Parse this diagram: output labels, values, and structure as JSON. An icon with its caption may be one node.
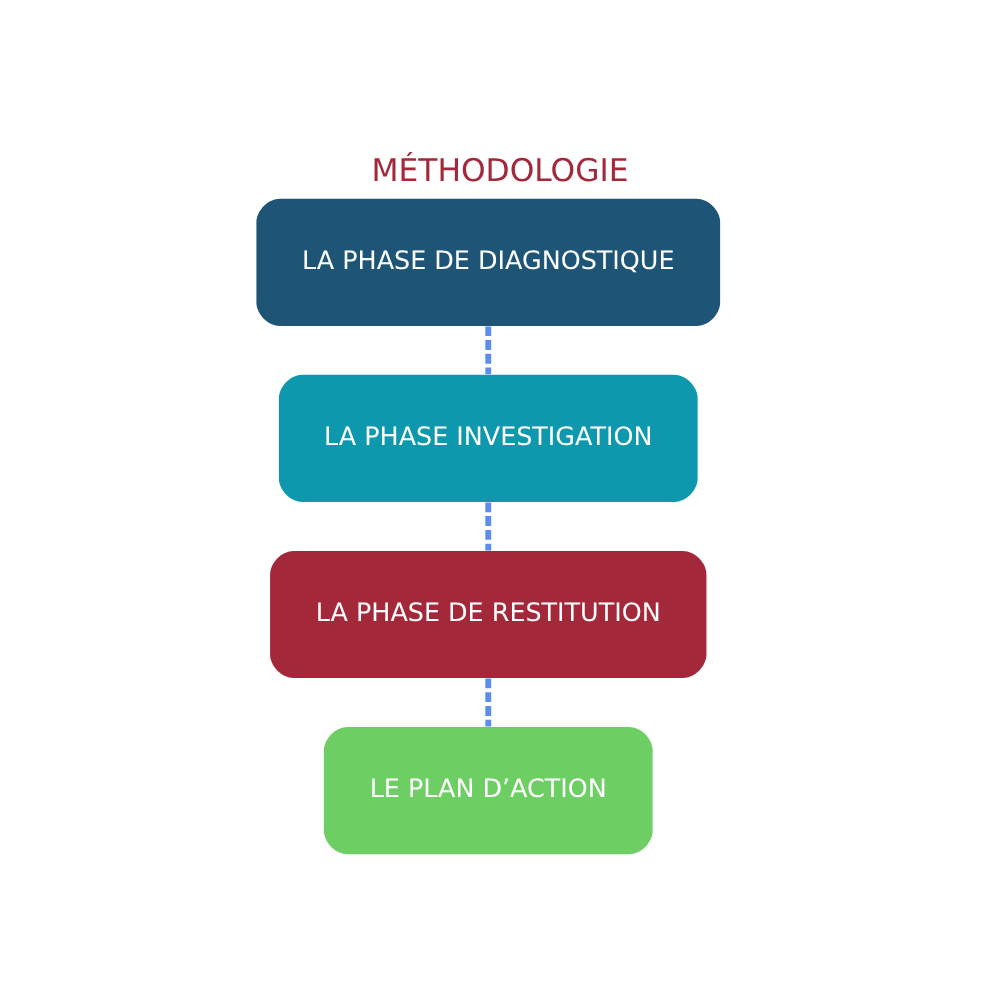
{
  "diagram": {
    "title": "MÉTHODOLOGIE",
    "nodes": [
      {
        "text": [
          "LA PHASE DE DIAGNOSTIQUE"
        ]
      },
      {
        "text": [
          "LA PHASE INVESTIGATION"
        ]
      },
      {
        "text": [
          "LA PHASE DE RESTITUTION"
        ]
      },
      {
        "text": [
          "LE PLAN D’ACTION"
        ]
      }
    ],
    "edges": [
      {
        "from": 0,
        "to": 1,
        "arrow": "none",
        "style": "dashed"
      },
      {
        "from": 1,
        "to": 2,
        "arrow": "none",
        "style": "dashed"
      },
      {
        "from": 2,
        "to": 3,
        "arrow": "none",
        "style": "dashed"
      }
    ]
  }
}
